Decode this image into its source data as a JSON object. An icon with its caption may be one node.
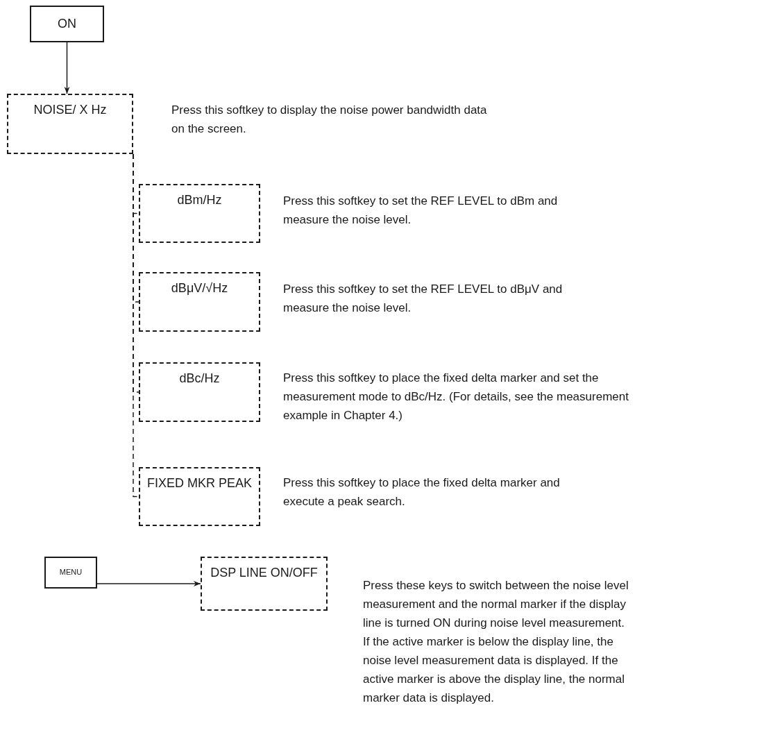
{
  "diagram": {
    "nodes": [
      {
        "text": [
          "ON"
        ]
      },
      {
        "text": [
          "NOISE/ X Hz"
        ],
        "beside": [
          "Press this softkey to display the noise power bandwidth data on the screen."
        ]
      },
      {
        "text": [
          "dBm/Hz"
        ],
        "beside": [
          "Press this softkey to set the REF LEVEL to dBm and measure the noise level."
        ]
      },
      {
        "text": [
          "dBμV/√Hz"
        ],
        "beside": [
          "Press this softkey to set the REF LEVEL to dBμV and measure the noise level."
        ]
      },
      {
        "text": [
          "dBc/Hz"
        ],
        "beside": [
          "Press this softkey to place the fixed delta marker and set the measurement mode to dBc/Hz. (For details, see the measurement example in Chapter 4.)"
        ]
      },
      {
        "text": [
          "FIXED MKR PEAK"
        ],
        "beside": [
          "Press this softkey to place the fixed delta marker and execute a peak search."
        ]
      },
      {
        "text": [
          "MENU"
        ]
      },
      {
        "text": [
          "DSP LINE ON/OFF"
        ],
        "beside": [
          "Press these keys to switch between the noise level measurement and the normal marker if the display line is turned ON during noise level measurement. If the active marker is below the display line, the noise level measurement data is displayed. If the active marker is above the display line, the normal marker data is displayed."
        ]
      }
    ],
    "edges": [
      {
        "from": 0,
        "to": 1,
        "arrow": "to"
      },
      {
        "from": 1,
        "to": 2,
        "arrow": "none",
        "style": "dashed"
      },
      {
        "from": 1,
        "to": 3,
        "arrow": "none",
        "style": "dashed"
      },
      {
        "from": 1,
        "to": 4,
        "arrow": "none",
        "style": "dashed"
      },
      {
        "from": 1,
        "to": 5,
        "arrow": "none",
        "style": "dashed"
      },
      {
        "from": 6,
        "to": 7,
        "arrow": "to"
      }
    ]
  }
}
